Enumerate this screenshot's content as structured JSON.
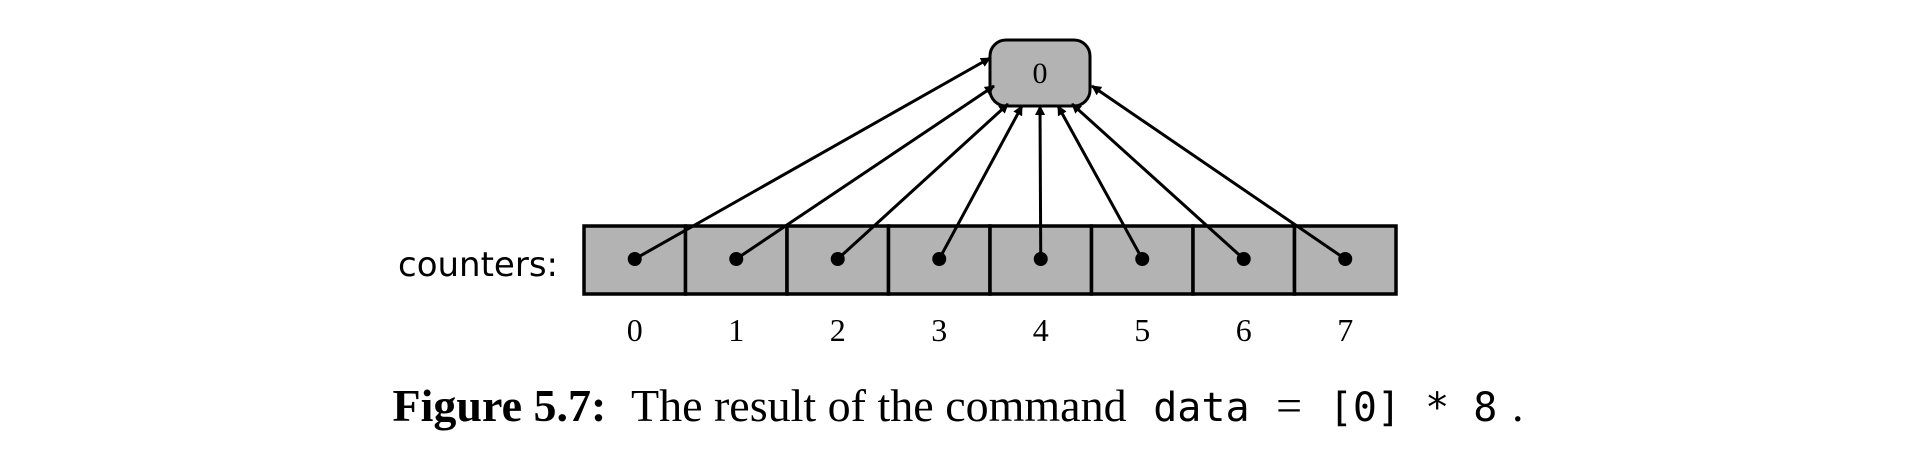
{
  "diagram": {
    "array_label": "counters:",
    "target_value": "0",
    "indices": [
      "0",
      "1",
      "2",
      "3",
      "4",
      "5",
      "6",
      "7"
    ],
    "cell_fill": "#b3b3b3",
    "stroke_color": "#000000"
  },
  "caption": {
    "label": "Figure 5.7:",
    "text": "The result of the command",
    "code_var": "data",
    "code_eq": "=",
    "code_expr": "[0] * 8",
    "period": "."
  }
}
